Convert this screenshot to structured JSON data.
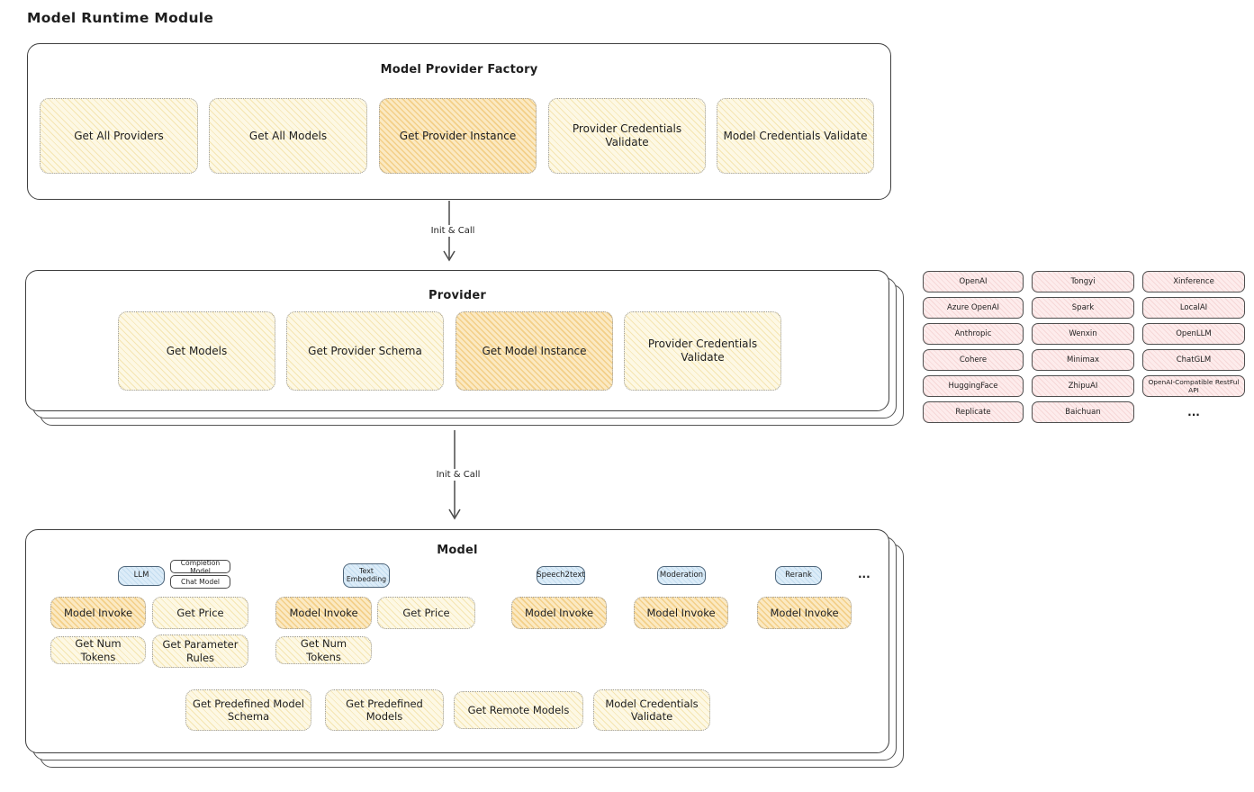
{
  "title": "Model Runtime Module",
  "colors": {
    "yellow_fill": "#fdf8e4",
    "yellow_hatch": "#f5e5b2",
    "orange_fill": "#fbe9c2",
    "orange_hatch": "#f3cf88",
    "pink_fill": "#fdecec",
    "pink_hatch": "#f6d7d7",
    "blue_fill": "#dcecf8",
    "blue_hatch": "#c2dcef"
  },
  "factory": {
    "title": "Model Provider Factory",
    "boxes": [
      {
        "label": "Get All Providers"
      },
      {
        "label": "Get All Models"
      },
      {
        "label": "Get Provider Instance"
      },
      {
        "label": "Provider Credentials Validate"
      },
      {
        "label": "Model Credentials Validate"
      }
    ]
  },
  "arrow_top": {
    "label": "Init & Call"
  },
  "arrow_bottom": {
    "label": "Init & Call"
  },
  "provider": {
    "title": "Provider",
    "boxes": [
      {
        "label": "Get Models"
      },
      {
        "label": "Get Provider Schema"
      },
      {
        "label": "Get Model Instance"
      },
      {
        "label": "Provider Credentials Validate"
      }
    ]
  },
  "providers_list": {
    "items": [
      {
        "label": "OpenAI"
      },
      {
        "label": "Tongyi"
      },
      {
        "label": "Xinference"
      },
      {
        "label": "Azure OpenAI"
      },
      {
        "label": "Spark"
      },
      {
        "label": "LocalAI"
      },
      {
        "label": "Anthropic"
      },
      {
        "label": "Wenxin"
      },
      {
        "label": "OpenLLM"
      },
      {
        "label": "Cohere"
      },
      {
        "label": "Minimax"
      },
      {
        "label": "ChatGLM"
      },
      {
        "label": "HuggingFace"
      },
      {
        "label": "ZhipuAI"
      },
      {
        "label": "OpenAI-Compatible RestFul API"
      },
      {
        "label": "Replicate"
      },
      {
        "label": "Baichuan"
      },
      {
        "label": "..."
      }
    ]
  },
  "model": {
    "title": "Model",
    "tabs": {
      "llm": "LLM",
      "completion_model": "Completion Model",
      "chat_model": "Chat Model",
      "text_embedding": "Text Embedding",
      "speech2text": "Speech2text",
      "moderation": "Moderation",
      "rerank": "Rerank",
      "more": "..."
    },
    "llm": {
      "invoke": "Model Invoke",
      "get_price": "Get Price",
      "get_num_tokens": "Get Num Tokens",
      "get_parameter_rules": "Get Parameter Rules"
    },
    "text_embedding": {
      "invoke": "Model Invoke",
      "get_price": "Get Price",
      "get_num_tokens": "Get Num Tokens"
    },
    "speech2text": {
      "invoke": "Model Invoke"
    },
    "moderation": {
      "invoke": "Model Invoke"
    },
    "rerank": {
      "invoke": "Model Invoke"
    },
    "bottom": [
      {
        "label": "Get Predefined Model Schema"
      },
      {
        "label": "Get Predefined Models"
      },
      {
        "label": "Get Remote Models"
      },
      {
        "label": "Model Credentials Validate"
      }
    ]
  }
}
